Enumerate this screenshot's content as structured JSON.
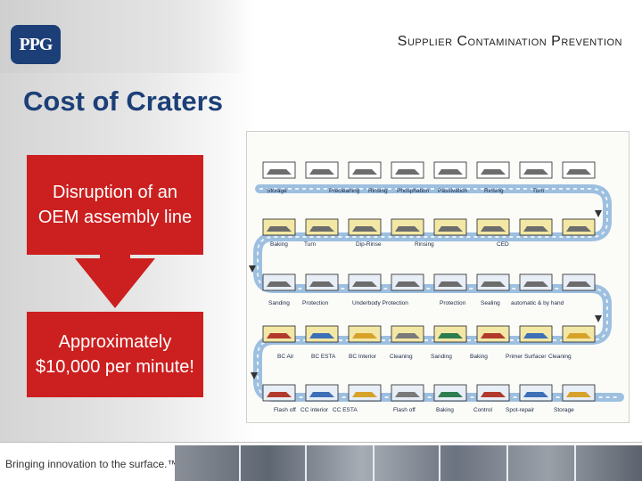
{
  "header": {
    "title": "Supplier Contamination Prevention",
    "logo_text": "PPG"
  },
  "page_title": "Cost of Craters",
  "callouts": {
    "box1": "Disruption of an OEM assembly line",
    "box2": "Approximately $10,000 per minute!"
  },
  "diagram": {
    "row1": [
      "Storage",
      "Precleaning",
      "Rinsing",
      "Phosphation",
      "Passivation",
      "Rinsing",
      "Turn"
    ],
    "row2": [
      "Baking",
      "Turn",
      "Rinsing",
      "Dip-Rinse",
      "CED"
    ],
    "row3": [
      "Sanding",
      "Protection",
      "Underbody Protection",
      "Protection",
      "Sealing",
      "automatic & by hand"
    ],
    "row4": [
      "BC Air",
      "BC ESTA",
      "BC Interior",
      "Cleaning",
      "Sanding",
      "Baking",
      "Primer Surfacer",
      "Cleaning"
    ],
    "row5": [
      "Flash off",
      "CC interior",
      "CC ESTA",
      "Flash off",
      "Baking",
      "Control",
      "Spot-repair",
      "Storage"
    ]
  },
  "footer": {
    "tagline": "Bringing innovation to the surface.™"
  },
  "colors": {
    "accent_blue": "#1c3f77",
    "callout_red": "#cc1f1f",
    "conveyor_blue": "#8fb3d6"
  }
}
